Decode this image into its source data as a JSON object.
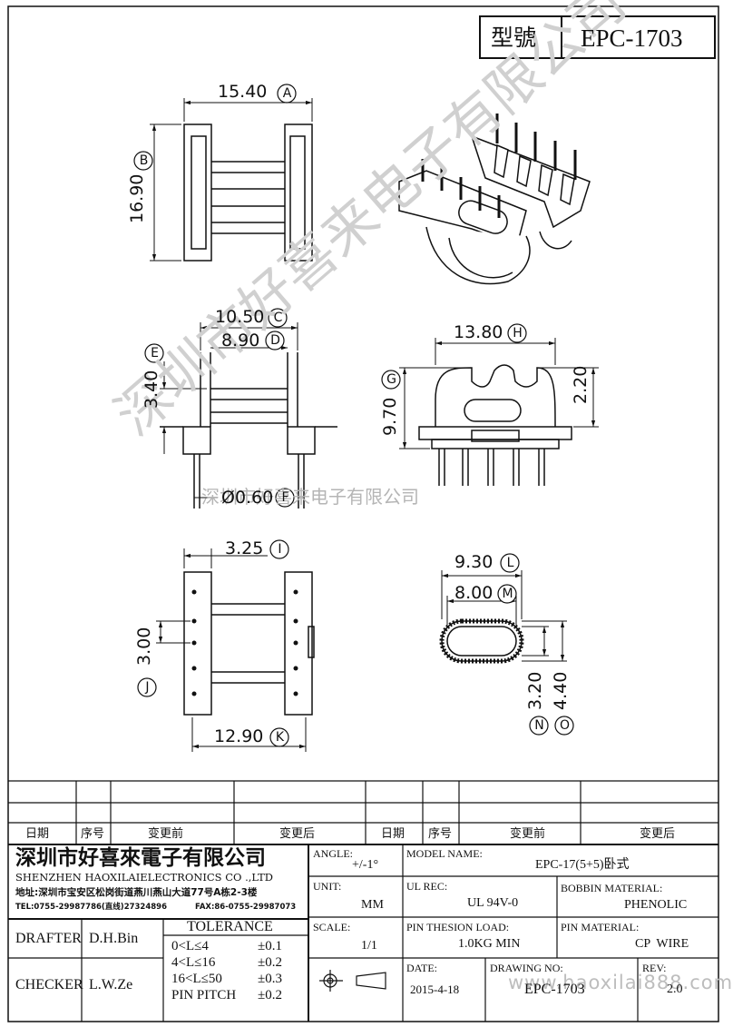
{
  "title_block": {
    "model_label": "型號",
    "model_value": "EPC-1703"
  },
  "dimensions": {
    "A": "15.40",
    "B": "16.90",
    "C": "10.50",
    "D": "8.90",
    "E": "3.40",
    "F": "Ø0.60",
    "G": "9.70",
    "H": "13.80",
    "I": "3.25",
    "J": "3.00",
    "K": "12.90",
    "L": "9.30",
    "M": "8.00",
    "N": "3.20",
    "O": "4.40",
    "h_extra": "2.20"
  },
  "markers": [
    "A",
    "B",
    "C",
    "D",
    "E",
    "F",
    "G",
    "H",
    "I",
    "J",
    "K",
    "L",
    "M",
    "N",
    "O"
  ],
  "watermark": {
    "big": "深圳市好喜来电子有限公司",
    "small": "深圳市好喜来电子有限公司",
    "url": "www.haoxilai888.com"
  },
  "revision_table": {
    "headers": [
      "日期",
      "序号",
      "变更前",
      "变更后",
      "日期",
      "序号",
      "变更前",
      "变更后"
    ]
  },
  "company": {
    "name_cn": "深圳市好喜來電子有限公司",
    "name_en": "SHENZHEN HAOXILAIELECTRONICS CO .,LTD",
    "address": "地址:深圳市宝安区松岗街道燕川燕山大道77号A栋2-3楼",
    "tel": "TEL:0755-29987786(直线)27324896",
    "fax": "FAX:86-0755-29987073"
  },
  "drafter": {
    "label": "DRAFTER",
    "value": "D.H.Bin"
  },
  "checker": {
    "label": "CHECKER",
    "value": "L.W.Ze"
  },
  "tolerance": {
    "title": "TOLERANCE",
    "rows": [
      {
        "range": "0<L≤4",
        "value": "±0.1"
      },
      {
        "range": "4<L≤16",
        "value": "±0.2"
      },
      {
        "range": "16<L≤50",
        "value": "±0.3"
      },
      {
        "range": "PIN PITCH",
        "value": "±0.2"
      }
    ]
  },
  "angle": {
    "label": "ANGLE:",
    "value": "+/-1°"
  },
  "unit": {
    "label": "UNIT:",
    "value": "MM"
  },
  "scale": {
    "label": "SCALE:",
    "value": "1/1"
  },
  "model_name": {
    "label": "MODEL NAME:",
    "value": "EPC-17(5+5)卧式"
  },
  "ul_rec": {
    "label": "UL REC:",
    "value": "UL 94V-0"
  },
  "bobbin_material": {
    "label": "BOBBIN MATERIAL:",
    "value": "PHENOLIC"
  },
  "pin_tension": {
    "label": "PIN THESION LOAD:",
    "value": "1.0KG MIN"
  },
  "pin_material": {
    "label": "PIN MATERIAL:",
    "value": "CP  WIRE"
  },
  "date": {
    "label": "DATE:",
    "value": "2015-4-18"
  },
  "drawing_no": {
    "label": "DRAWING NO:",
    "value": "EPC-1703"
  },
  "rev": {
    "label": "REV:",
    "value": "2.0"
  }
}
